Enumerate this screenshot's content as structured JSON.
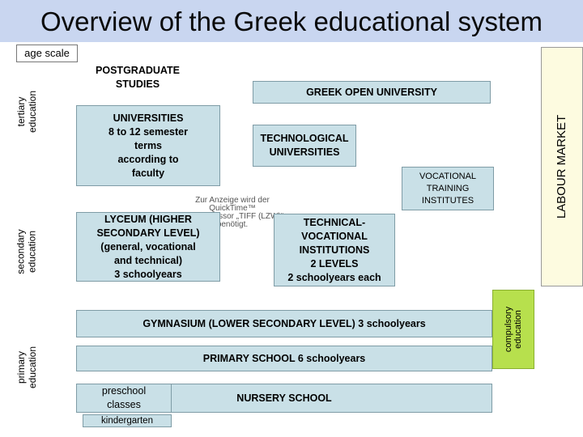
{
  "title": "Overview of the Greek educational system",
  "age_scale": "age scale",
  "side_labels": {
    "tertiary": "tertiary\neducation",
    "secondary": "secondary\neducation",
    "primary": "primary\neducation"
  },
  "labour_market": "LABOUR MARKET",
  "compulsory": "compulsory\neducation",
  "boxes": {
    "postgraduate": "POSTGRADUATE\nSTUDIES",
    "open_university": "GREEK OPEN UNIVERSITY",
    "universities": "UNIVERSITIES\n8 to 12 semester\nterms\naccording to\nfaculty",
    "technological_universities": "TECHNOLOGICAL\nUNIVERSITIES",
    "vocational_training": "VOCATIONAL\nTRAINING\nINSTITUTES",
    "lyceum": "LYCEUM (HIGHER\nSECONDARY LEVEL)\n(general, vocational\nand technical)\n3 schoolyears",
    "technical_vocational": "TECHNICAL-\nVOCATIONAL\nINSTITUTIONS\n2 LEVELS\n2 schoolyears each",
    "gymnasium": "GYMNASIUM (LOWER SECONDARY LEVEL) 3 schoolyears",
    "primary_school": "PRIMARY SCHOOL 6 schoolyears",
    "preschool": "preschool\nclasses",
    "nursery": "NURSERY SCHOOL",
    "kindergarten": "kindergarten"
  },
  "placeholder_text": "Zur Anzeige wird der QuickTime™\nDekompressor „TIFF (LZW)“\nbenötigt."
}
